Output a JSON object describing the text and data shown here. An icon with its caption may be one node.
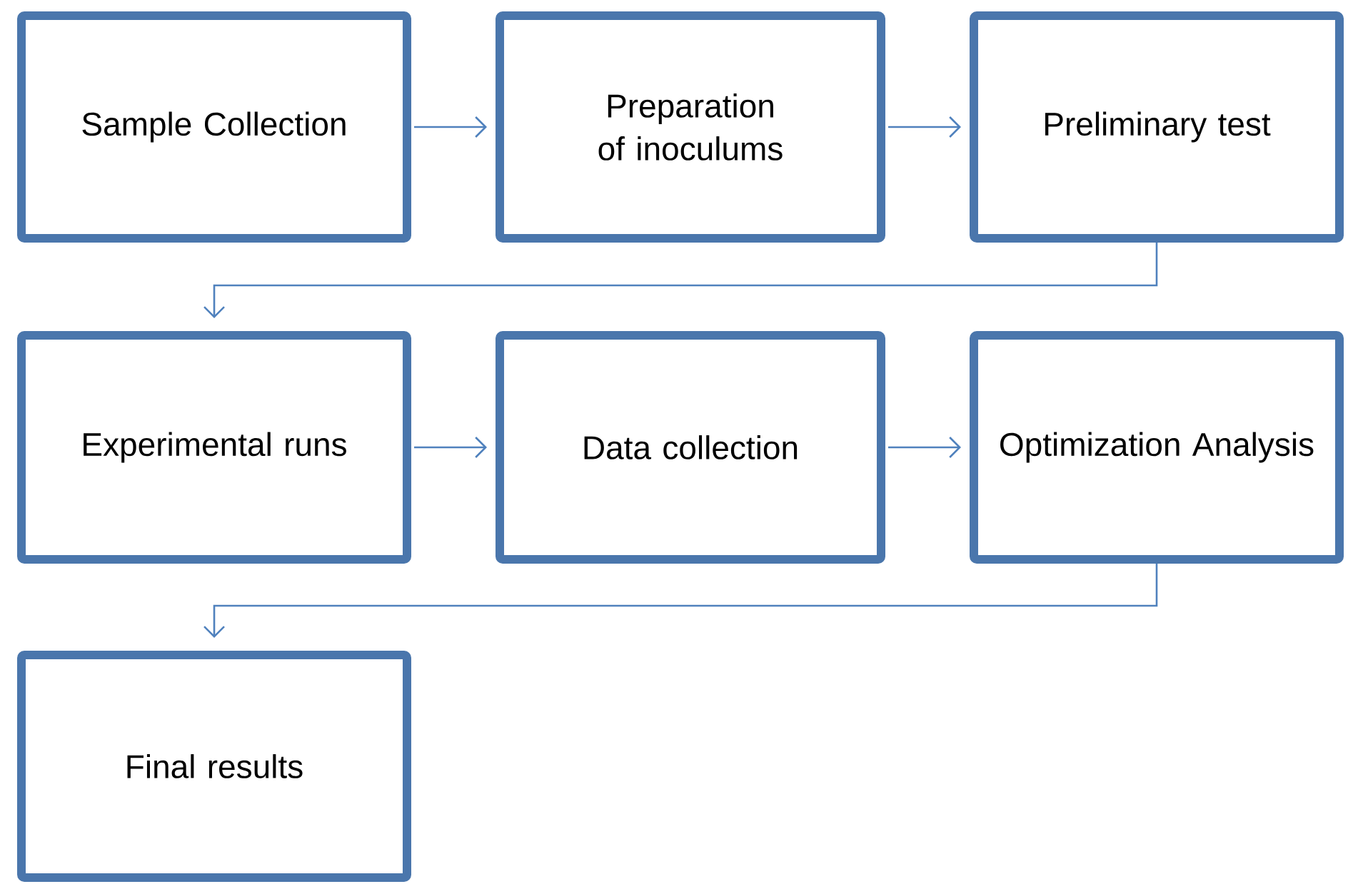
{
  "diagram": {
    "nodes": [
      {
        "text": [
          "Sample Collection"
        ]
      },
      {
        "text": [
          "Preparation of inoculums"
        ]
      },
      {
        "text": [
          "Preliminary test"
        ]
      },
      {
        "text": [
          "Experimental runs"
        ]
      },
      {
        "text": [
          "Data collection"
        ]
      },
      {
        "text": [
          "Optimization Analysis"
        ]
      },
      {
        "text": [
          "Final results"
        ]
      }
    ],
    "edges": [
      {
        "from": 0,
        "to": 1,
        "arrow": "to"
      },
      {
        "from": 1,
        "to": 2,
        "arrow": "to"
      },
      {
        "from": 2,
        "to": 3,
        "arrow": "to"
      },
      {
        "from": 3,
        "to": 4,
        "arrow": "to"
      },
      {
        "from": 4,
        "to": 5,
        "arrow": "to"
      },
      {
        "from": 5,
        "to": 6,
        "arrow": "to"
      }
    ]
  }
}
